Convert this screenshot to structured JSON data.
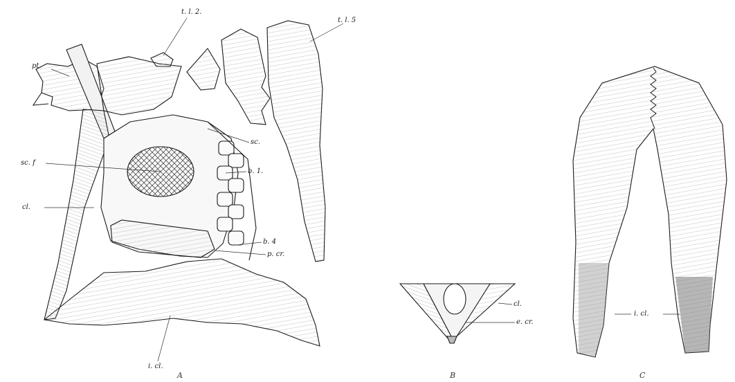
{
  "figure": {
    "A": {
      "caption": "A",
      "labels": {
        "pt": "pt.",
        "tl2": "t. l. 2.",
        "tl5": "t. l. 5",
        "sc": "sc.",
        "scf": "sc. f",
        "b1": "b. 1.",
        "cl": "cl.",
        "b4": "b. 4",
        "pcr": "p. cr.",
        "icl": "i. cl."
      }
    },
    "B": {
      "caption": "B",
      "labels": {
        "cl": "cl.",
        "ecr": "e. cr."
      }
    },
    "C": {
      "caption": "C",
      "labels": {
        "icl": "i. cl."
      }
    }
  },
  "colors": {
    "ink": "#1a1a1a",
    "fill": "#f4f4f4",
    "shade": "#7a7a7a",
    "paper": "#ffffff"
  }
}
